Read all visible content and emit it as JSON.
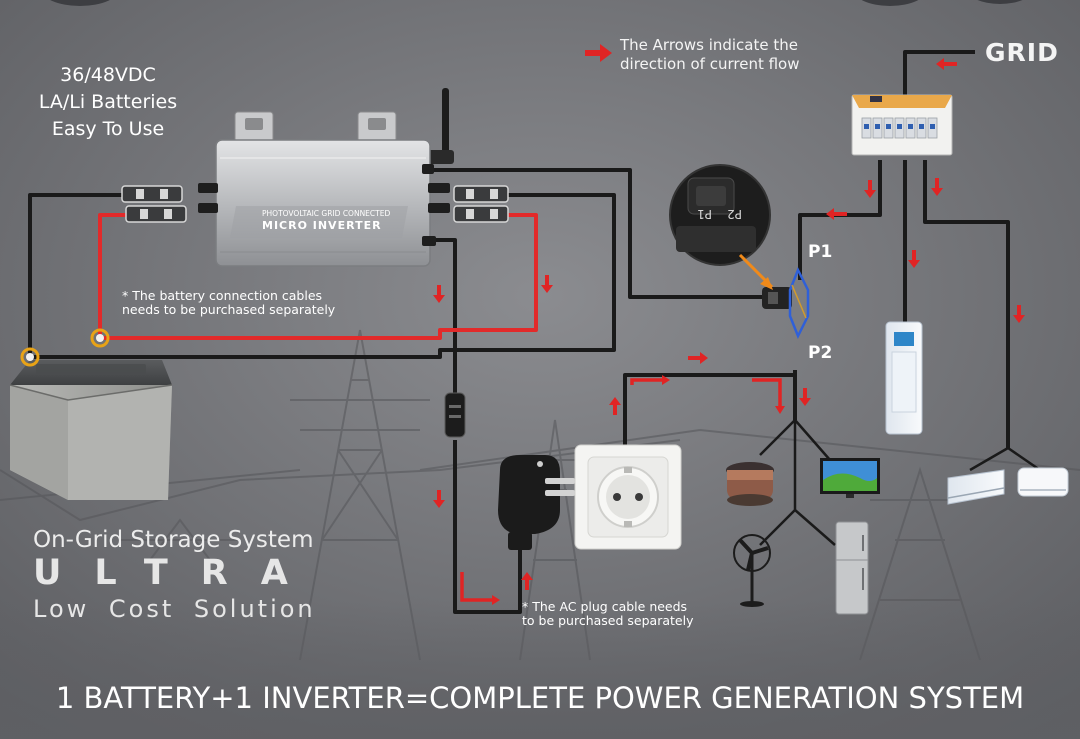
{
  "battery_spec": {
    "line1": "36/48VDC",
    "line2": "LA/Li Batteries",
    "line3": "Easy To Use"
  },
  "arrow_legend": {
    "line1": "The Arrows indicate the",
    "line2": "direction of current flow"
  },
  "grid_label": "GRID",
  "inverter_label": {
    "line1": "PHOTOVOLTAIC GRID CONNECTED",
    "line2": "MICRO INVERTER"
  },
  "connector_tags": {
    "left": "P1",
    "right": "P2"
  },
  "points": {
    "p1": "P1",
    "p2": "P2"
  },
  "notes": {
    "battery_cable": {
      "line1": "* The battery connection cables",
      "line2": "needs to be purchased separately"
    },
    "ac_plug": {
      "line1": "* The AC plug cable needs",
      "line2": "to be purchased separately"
    }
  },
  "branding": {
    "system_title": "On-Grid Storage System",
    "product": "ULTRA",
    "tagline": "Low Cost Solution"
  },
  "headline": "1 BATTERY+1 INVERTER=COMPLETE POWER GENERATION SYSTEM",
  "colors": {
    "background": "#6f7074",
    "positive_cable": "#e22a2a",
    "negative_cable": "#1a1a1a",
    "flow_arrow": "#e02424",
    "terminal_ring": "#e8a317",
    "callout_arrow": "#f08a1a"
  },
  "icons": [
    "micro-inverter-icon",
    "battery-icon",
    "mc4-connector-icon",
    "distribution-box-icon",
    "connector-closeup-icon",
    "ac-plug-icon",
    "wall-socket-icon",
    "rice-cooker-icon",
    "television-icon",
    "fan-icon",
    "refrigerator-icon",
    "floor-air-conditioner-icon",
    "wall-air-conditioner-icon"
  ]
}
